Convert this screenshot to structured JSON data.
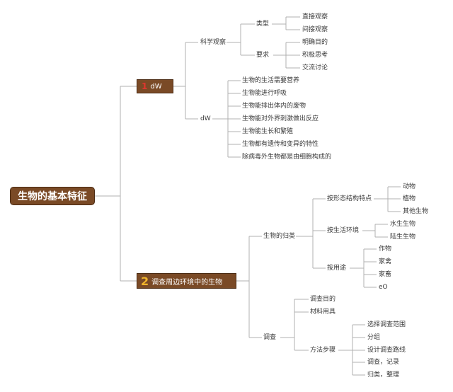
{
  "root": "生物的基本特征",
  "branch1": {
    "number": "1",
    "title": "dW",
    "science_observation": {
      "label": "科学观察",
      "type": {
        "label": "类型",
        "items": [
          "直接观察",
          "间接观察"
        ]
      },
      "requirements": {
        "label": "要求",
        "items": [
          "明确目的",
          "积极思考",
          "交流讨论"
        ]
      }
    },
    "features": {
      "label": "dW",
      "items": [
        "生物的生活需要营养",
        "生物能进行呼吸",
        "生物能排出体内的废物",
        "生物能对外界刺激做出反应",
        "生物能生长和繁殖",
        "生物都有遗传和变异的特性",
        "除病毒外生物都是由细胞构成的"
      ]
    }
  },
  "branch2": {
    "number": "2",
    "title": "调查周边环境中的生物",
    "classification": {
      "label": "生物的归类",
      "by_shape": {
        "label": "按形态结构特点",
        "items": [
          "动物",
          "植物",
          "其他生物"
        ]
      },
      "by_habitat": {
        "label": "按生活环境",
        "items": [
          "水生生物",
          "陆生生物"
        ]
      },
      "by_use": {
        "label": "按用途",
        "items": [
          "作物",
          "家禽",
          "家畜",
          "eO"
        ]
      }
    },
    "survey": {
      "label": "调查",
      "purpose": "调查目的",
      "materials": "材料用具",
      "steps": {
        "label": "方法步骤",
        "items": [
          "选择调查范围",
          "分组",
          "设计调查路线",
          "调查，记录",
          "归类，整理"
        ]
      }
    }
  }
}
